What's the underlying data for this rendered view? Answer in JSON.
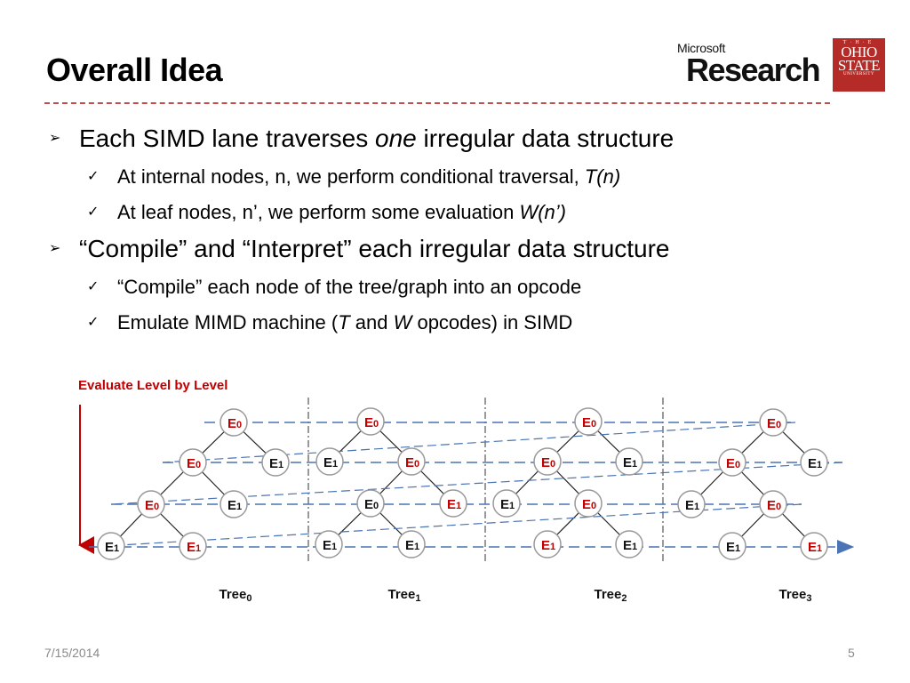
{
  "slide": {
    "title": "Overall Idea",
    "date": "7/15/2014",
    "page_number": "5"
  },
  "logos": {
    "microsoft_small": "Microsoft",
    "microsoft_big": "Research",
    "osu_line1": "T·H·E",
    "osu_line2": "OHIO",
    "osu_line3": "STATE",
    "osu_line4": "UNIVERSITY"
  },
  "bullets": [
    {
      "pre": "Each SIMD lane traverses ",
      "em": "one",
      "post": " irregular data structure",
      "subs": [
        {
          "pre": "At internal nodes, n, we perform conditional traversal, ",
          "em": "T(n)",
          "post": ""
        },
        {
          "pre": "At leaf nodes, n’, we perform some evaluation ",
          "em": "W(n’)",
          "post": ""
        }
      ]
    },
    {
      "pre": "“Compile” and “Interpret” each irregular data structure",
      "em": "",
      "post": "",
      "subs": [
        {
          "pre": "“Compile” each node of the tree/graph into an opcode",
          "em": "",
          "post": ""
        },
        {
          "pre": "Emulate MIMD machine (",
          "em": "T",
          "post": " and ",
          "em2": "W",
          "post2": " opcodes) in SIMD"
        }
      ]
    }
  ],
  "diagram": {
    "heading": "Evaluate Level by Level",
    "node_letter": "E",
    "tree_word": "Tree",
    "trees": [
      {
        "index": "0",
        "nodes": [
          {
            "sub": "0",
            "red": true
          },
          {
            "sub": "0",
            "red": true
          },
          {
            "sub": "1",
            "red": false
          },
          {
            "sub": "0",
            "red": true
          },
          {
            "sub": "1",
            "red": false
          },
          {
            "sub": "1",
            "red": false
          },
          {
            "sub": "1",
            "red": true
          }
        ]
      },
      {
        "index": "1",
        "nodes": [
          {
            "sub": "0",
            "red": true
          },
          {
            "sub": "1",
            "red": false
          },
          {
            "sub": "0",
            "red": true
          },
          {
            "sub": "0",
            "red": false
          },
          {
            "sub": "1",
            "red": true
          },
          {
            "sub": "1",
            "red": false
          },
          {
            "sub": "1",
            "red": false
          }
        ]
      },
      {
        "index": "2",
        "nodes": [
          {
            "sub": "0",
            "red": true
          },
          {
            "sub": "0",
            "red": true
          },
          {
            "sub": "1",
            "red": false
          },
          {
            "sub": "1",
            "red": false
          },
          {
            "sub": "0",
            "red": true
          },
          {
            "sub": "1",
            "red": true
          },
          {
            "sub": "1",
            "red": false
          }
        ]
      },
      {
        "index": "3",
        "nodes": [
          {
            "sub": "0",
            "red": true
          },
          {
            "sub": "0",
            "red": true
          },
          {
            "sub": "1",
            "red": false
          },
          {
            "sub": "1",
            "red": false
          },
          {
            "sub": "0",
            "red": true
          },
          {
            "sub": "1",
            "red": false
          },
          {
            "sub": "1",
            "red": true
          }
        ]
      }
    ],
    "colors": {
      "red": "#c00000",
      "blue": "#4a74b4",
      "node_border": "#999999",
      "dark": "#222222"
    }
  }
}
